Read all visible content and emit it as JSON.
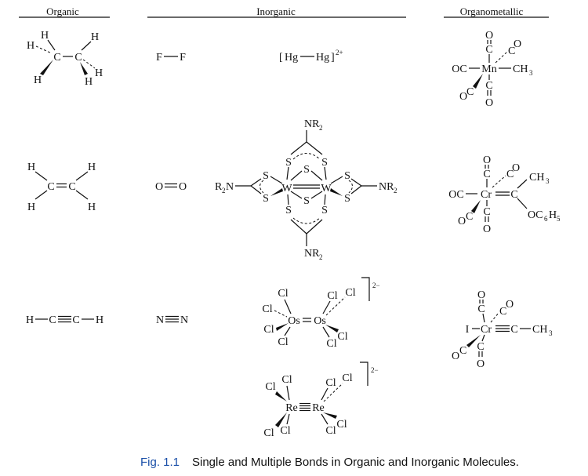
{
  "headers": {
    "organic": "Organic",
    "inorganic": "Inorganic",
    "organometallic": "Organometallic"
  },
  "atoms": {
    "H": "H",
    "C": "C",
    "F": "F",
    "O": "O",
    "N": "N",
    "S": "S",
    "W": "W",
    "Hg": "Hg",
    "Cl": "Cl",
    "Os": "Os",
    "Re": "Re",
    "Mn": "Mn",
    "Cr": "Cr",
    "I": "I",
    "OC": "OC",
    "CH": "CH",
    "NR": "NR",
    "R": "R",
    "two": "2",
    "three": "3",
    "six": "6",
    "five": "5"
  },
  "charges": {
    "hg2": "2+",
    "neg2": "2−"
  },
  "caption": {
    "fig": "Fig. 1.1",
    "text": "Single and Multiple Bonds in Organic and Inorganic Molecules.",
    "fig_color": "#1a4fa8",
    "text_color": "#111111"
  }
}
